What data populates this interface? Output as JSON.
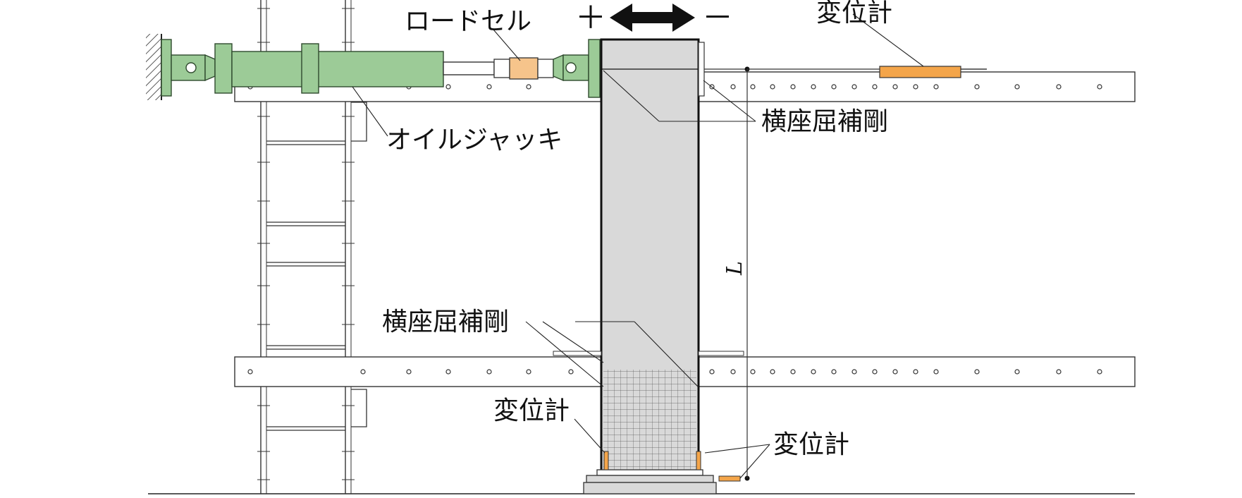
{
  "labels": {
    "load_cell": "ロードセル",
    "oil_jack": "オイルジャッキ",
    "lateral_brace_top": "横座屈補剛",
    "lateral_brace_mid": "横座屈補剛",
    "disp_gauge_top": "変位計",
    "disp_gauge_bottom_left": "変位計",
    "disp_gauge_bottom_right": "変位計",
    "length_symbol": "L",
    "plus_sign": "＋",
    "minus_sign": "－"
  },
  "colors": {
    "jack_green": "#9ccb97",
    "jack_green_dark": "#5d8e5a",
    "load_cell_orange": "#f6c48b",
    "gauge_orange": "#f4a54a",
    "specimen_gray": "#d9d9d9",
    "line": "#222222"
  },
  "icons": {
    "load_direction": "double-arrow-icon",
    "fixed_support": "hatched-wall-icon"
  }
}
